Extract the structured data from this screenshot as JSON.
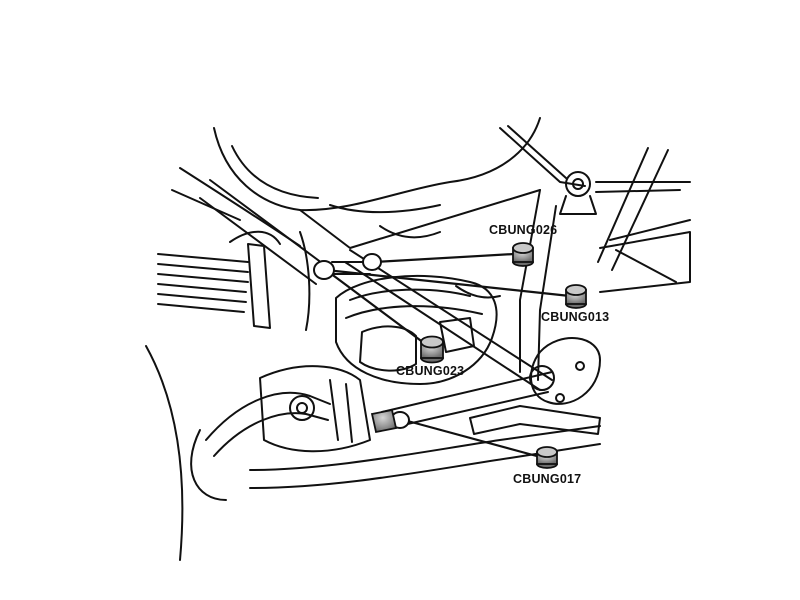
{
  "parts": [
    {
      "id": "p026",
      "code": "CBUNG026"
    },
    {
      "id": "p013",
      "code": "CBUNG013"
    },
    {
      "id": "p023",
      "code": "CBUNG023"
    },
    {
      "id": "p017",
      "code": "CBUNG017"
    }
  ],
  "colors": {
    "line": "#111111",
    "bung_fill": "#8f8f8f",
    "bung_top": "#c9c9c9",
    "background": "#ffffff"
  }
}
